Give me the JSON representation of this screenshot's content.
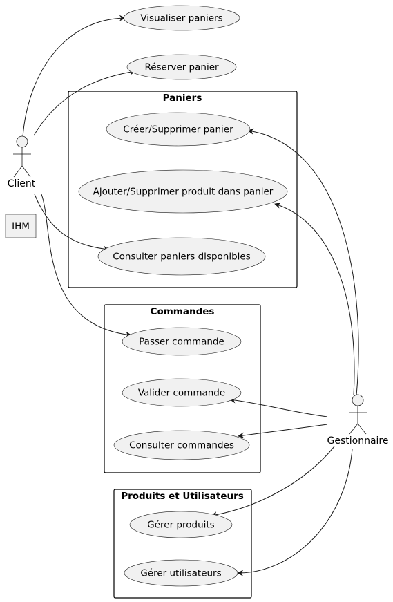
{
  "packages": {
    "paniers": "Paniers",
    "commandes": "Commandes",
    "produits_utilisateurs": "Produits et Utilisateurs"
  },
  "actors": {
    "client": "Client",
    "gestionnaire": "Gestionnaire"
  },
  "components": {
    "ihm": "IHM"
  },
  "use_cases": {
    "visualiser_paniers": "Visualiser paniers",
    "reserver_panier": "Réserver panier",
    "creer_supprimer_panier": "Créer/Supprimer panier",
    "ajouter_supprimer_produit": "Ajouter/Supprimer produit dans panier",
    "consulter_paniers_disponibles": "Consulter paniers disponibles",
    "passer_commande": "Passer commande",
    "valider_commande": "Valider commande",
    "consulter_commandes": "Consulter commandes",
    "gerer_produits": "Gérer produits",
    "gerer_utilisateurs": "Gérer utilisateurs"
  }
}
